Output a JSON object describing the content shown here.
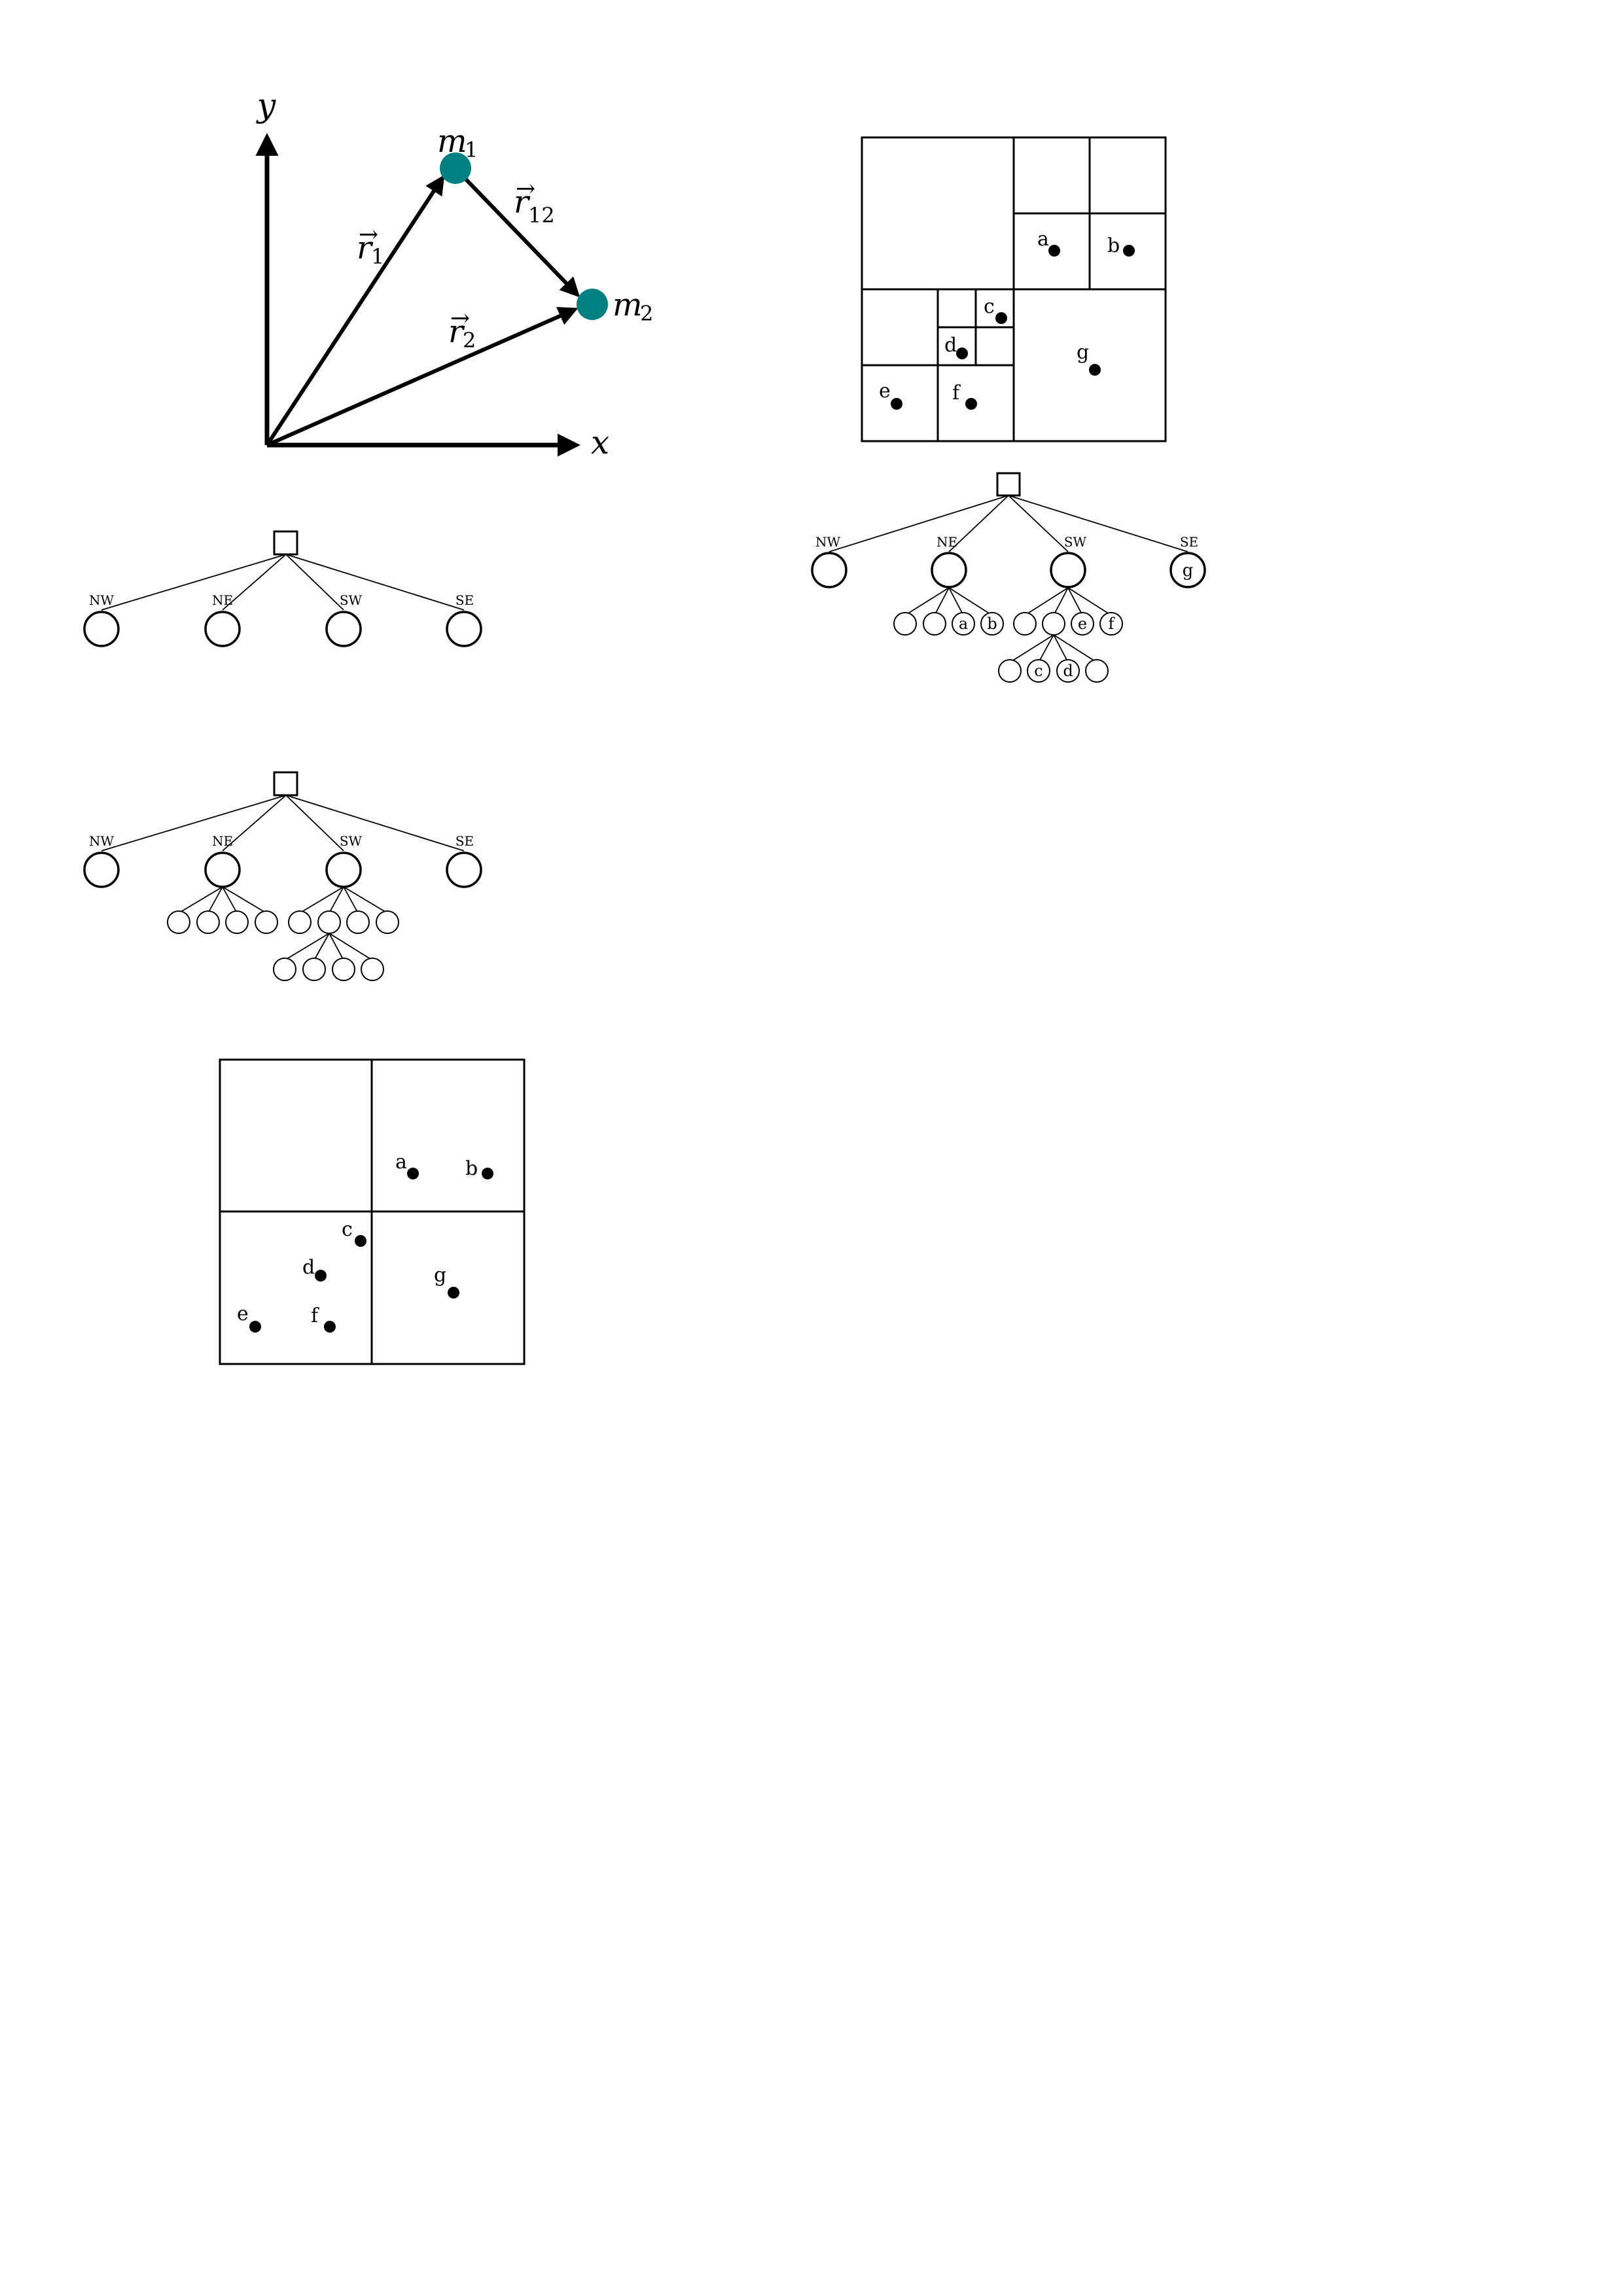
{
  "vectors": {
    "axis_x": "x",
    "axis_y": "y",
    "mass1": {
      "name": "m",
      "sub": "1"
    },
    "mass2": {
      "name": "m",
      "sub": "2"
    },
    "r1": {
      "name": "r",
      "sub": "1"
    },
    "r2": {
      "name": "r",
      "sub": "2"
    },
    "r12": {
      "name": "r",
      "sub": "12"
    },
    "mass_color": "#008080"
  },
  "quadrants": [
    "NW",
    "NE",
    "SW",
    "SE"
  ],
  "points": {
    "a": "a",
    "b": "b",
    "c": "c",
    "d": "d",
    "e": "e",
    "f": "f",
    "g": "g"
  }
}
